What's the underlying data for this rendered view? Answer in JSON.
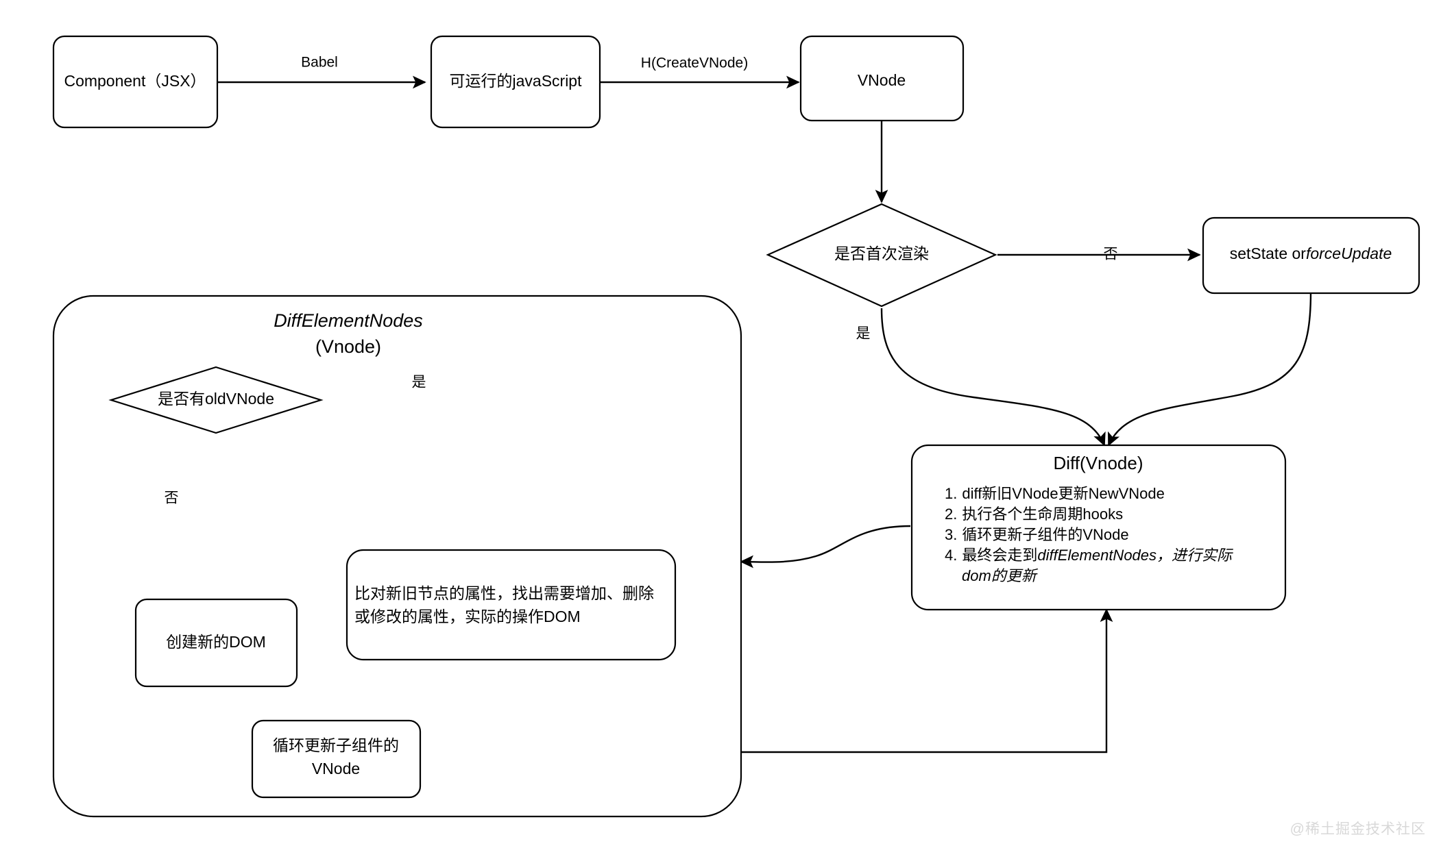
{
  "diagram": {
    "type": "flowchart",
    "title": "React/Preact VNode Diff Rendering Flow",
    "background_color": "#ffffff",
    "stroke_color": "#000000",
    "nodes": {
      "component_jsx": {
        "label": "Component（JSX）",
        "shape": "rounded-rect"
      },
      "runnable_js": {
        "label": "可运行的javaScript",
        "shape": "rounded-rect"
      },
      "vnode": {
        "label": "VNode",
        "shape": "rounded-rect"
      },
      "first_render_decision": {
        "label": "是否首次渲染",
        "shape": "diamond"
      },
      "set_state": {
        "label_plain": "setState or",
        "label_italic": "forceUpdate",
        "shape": "rounded-rect"
      },
      "diff_vnode": {
        "title": "Diff(Vnode)",
        "shape": "rounded-rect",
        "items": [
          {
            "num": "1.",
            "text": "diff新旧VNode更新NewVNode"
          },
          {
            "num": "2.",
            "text": "执行各个生命周期hooks"
          },
          {
            "num": "3.",
            "text": "循环更新子组件的VNode"
          },
          {
            "num": "4.",
            "text_pre": "最终会走到",
            "text_italic": "diffElementNodes",
            "text_mid": "，进行实际",
            "text_italic2": "dom",
            "text_post": "的更新"
          }
        ]
      },
      "diff_element_nodes_group": {
        "title_italic": "DiffElementNodes",
        "title_plain": "(Vnode)",
        "shape": "rounded-rect-container"
      },
      "has_old_vnode_decision": {
        "label": "是否有oldVNode",
        "shape": "diamond"
      },
      "create_new_dom": {
        "label": "创建新的DOM",
        "shape": "rounded-rect"
      },
      "compare_attrs": {
        "line1": "比对新旧节点的属性，找出需要增加、删除",
        "line2": "或修改的属性，实际的操作DOM",
        "shape": "rounded-rect"
      },
      "loop_update_child": {
        "line1": "循环更新子组件的",
        "line2": "VNode",
        "shape": "rounded-rect"
      }
    },
    "edge_labels": {
      "babel": "Babel",
      "create_vnode": "H(CreateVNode)",
      "first_render_no": "否",
      "first_render_yes": "是",
      "has_old_vnode_yes": "是",
      "has_old_vnode_no": "否"
    }
  },
  "watermark": {
    "text": "@稀土掘金技术社区"
  }
}
